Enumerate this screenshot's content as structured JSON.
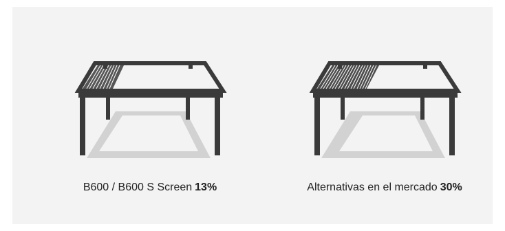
{
  "items": [
    {
      "caption": "B600 / B600 S Screen",
      "value": "13%",
      "open_fraction": 0.13
    },
    {
      "caption": "Alternativas en el mercado",
      "value": "30%",
      "open_fraction": 0.3
    }
  ],
  "colors": {
    "background": "#f3f3f3",
    "frame": "#3a3a3a",
    "shadow": "#d2d2d2",
    "text": "#222222"
  }
}
